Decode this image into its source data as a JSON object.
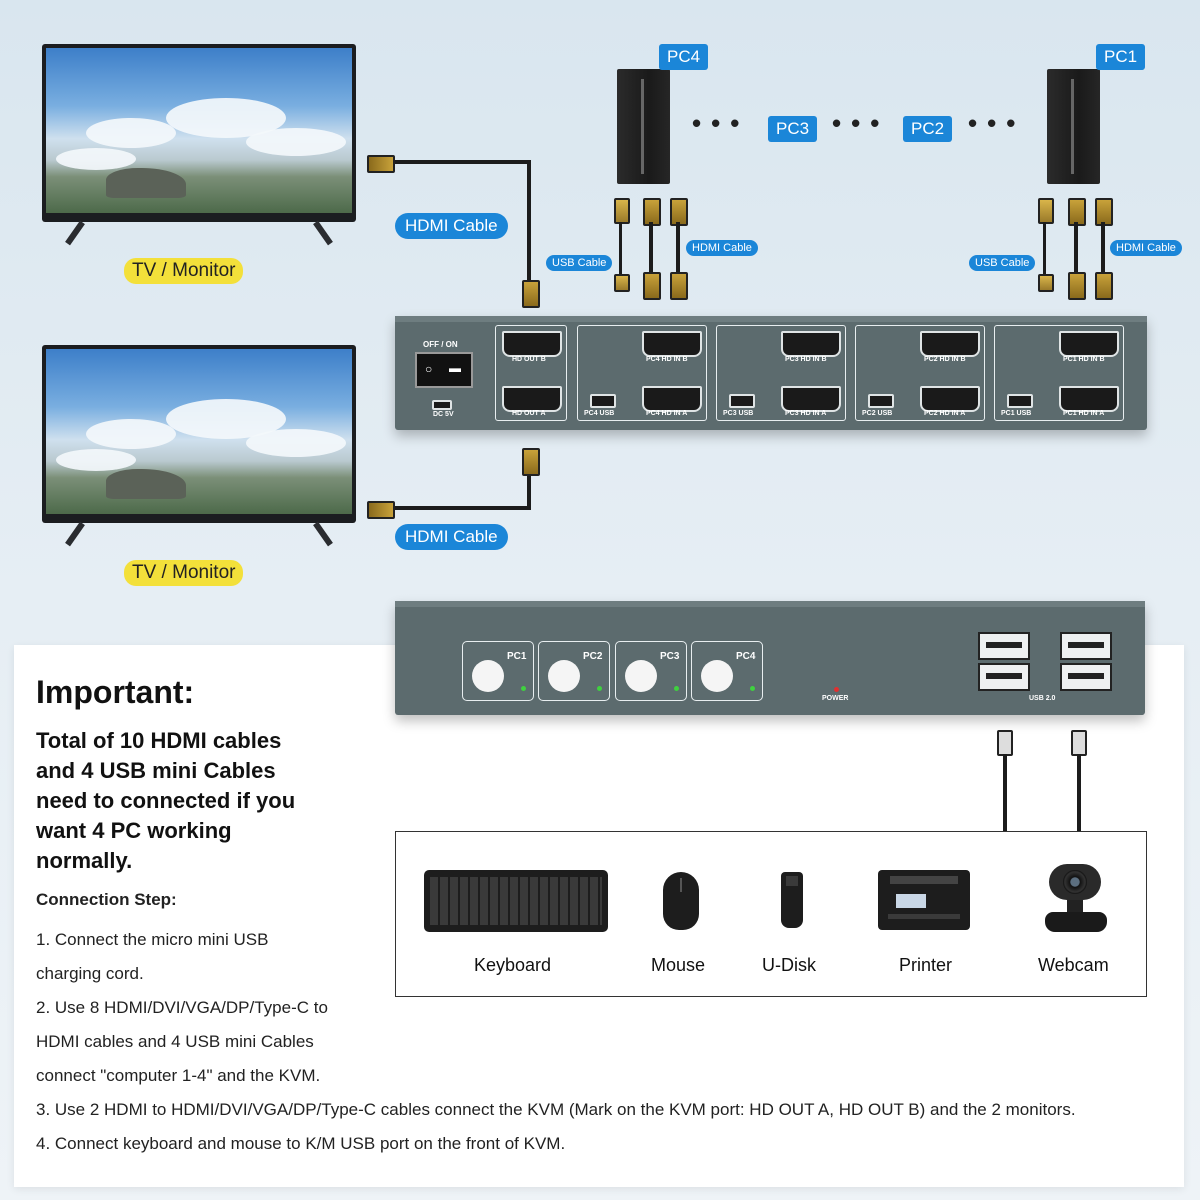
{
  "monitors": [
    {
      "label": "TV / Monitor",
      "cable": "HDMI Cable"
    },
    {
      "label": "TV / Monitor",
      "cable": "HDMI Cable"
    }
  ],
  "pcs": {
    "tags": [
      "PC4",
      "PC3",
      "PC2",
      "PC1"
    ],
    "left_cables": {
      "usb": "USB Cable",
      "hdmi": "HDMI Cable"
    },
    "right_cables": {
      "usb": "USB Cable",
      "hdmi": "HDMI Cable"
    }
  },
  "kvm_rear": {
    "switch_label": "OFF / ON",
    "dc_label": "DC 5V",
    "out_ports": [
      "HD OUT B",
      "HD OUT A"
    ],
    "groups": [
      {
        "hd_b": "PC4 HD IN B",
        "usb": "PC4 USB",
        "hd_a": "PC4 HD IN A"
      },
      {
        "hd_b": "PC3 HD IN B",
        "usb": "PC3 USB",
        "hd_a": "PC3 HD IN A"
      },
      {
        "hd_b": "PC2 HD IN B",
        "usb": "PC2 USB",
        "hd_a": "PC2 HD IN A"
      },
      {
        "hd_b": "PC1 HD IN B",
        "usb": "PC1 USB",
        "hd_a": "PC1 HD IN A"
      }
    ]
  },
  "kvm_front": {
    "buttons": [
      "PC1",
      "PC2",
      "PC3",
      "PC4"
    ],
    "power_label": "POWER",
    "usb_label": "USB 2.0"
  },
  "important": {
    "heading": "Important:",
    "lead": [
      "Total of 10 HDMI cables",
      "and 4 USB mini Cables",
      "need to connected if you",
      "want 4 PC working",
      "normally."
    ],
    "steps_title": "Connection Step:",
    "steps": [
      "1. Connect the micro mini USB",
      "charging cord.",
      "2. Use 8 HDMI/DVI/VGA/DP/Type-C to",
      "HDMI cables and 4 USB mini Cables",
      "connect \"computer 1-4\"  and the KVM.",
      "3.  Use 2 HDMI to HDMI/DVI/VGA/DP/Type-C cables connect the KVM (Mark on the KVM port: HD OUT A, HD OUT B) and the 2 monitors.",
      "4.  Connect keyboard and mouse to K/M USB port on the front of KVM."
    ]
  },
  "devices": [
    "Keyboard",
    "Mouse",
    "U-Disk",
    "Printer",
    "Webcam"
  ]
}
